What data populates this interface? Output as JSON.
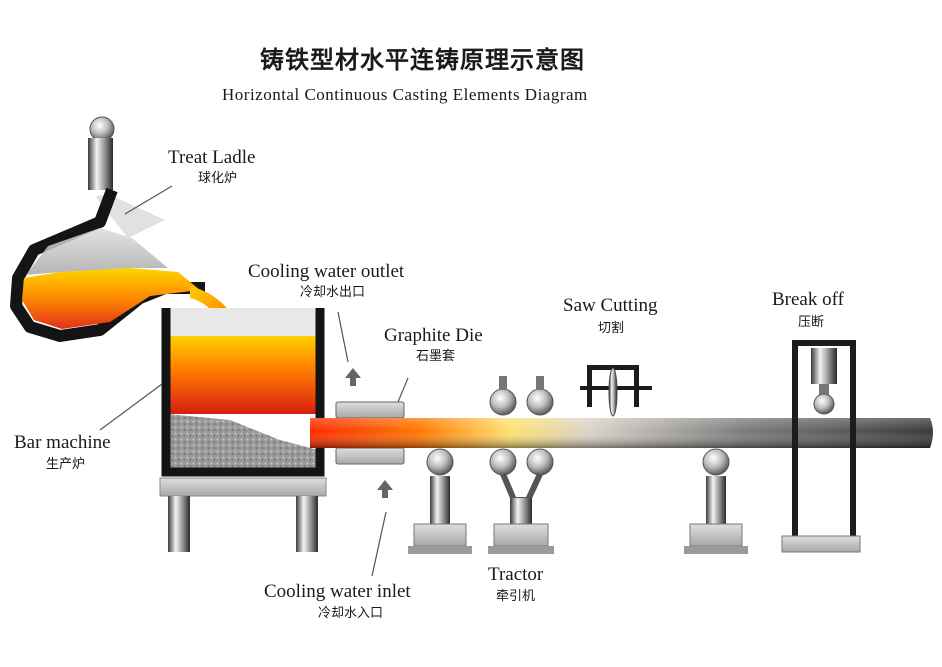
{
  "title": {
    "cn": "铸铁型材水平连铸原理示意图",
    "en": "Horizontal Continuous Casting Elements Diagram"
  },
  "labels": {
    "treat_ladle": {
      "en": "Treat Ladle",
      "cn": "球化炉"
    },
    "cooling_water_outlet": {
      "en": "Cooling water outlet",
      "cn": "冷却水出口"
    },
    "graphite_die": {
      "en": "Graphite Die",
      "cn": "石墨套"
    },
    "saw_cutting": {
      "en": "Saw Cutting",
      "cn": "切割"
    },
    "break_off": {
      "en": "Break off",
      "cn": "压断"
    },
    "bar_machine": {
      "en": "Bar machine",
      "cn": "生产炉"
    },
    "cooling_water_inlet": {
      "en": "Cooling water inlet",
      "cn": "冷却水入口"
    },
    "tractor": {
      "en": "Tractor",
      "cn": "牵引机"
    }
  },
  "colors": {
    "molten_hot": "#ffd000",
    "molten_mid": "#ff8800",
    "molten_deep": "#e02a10",
    "steel_dark": "#1c1c1c",
    "steel_light": "#d8d8d8"
  }
}
